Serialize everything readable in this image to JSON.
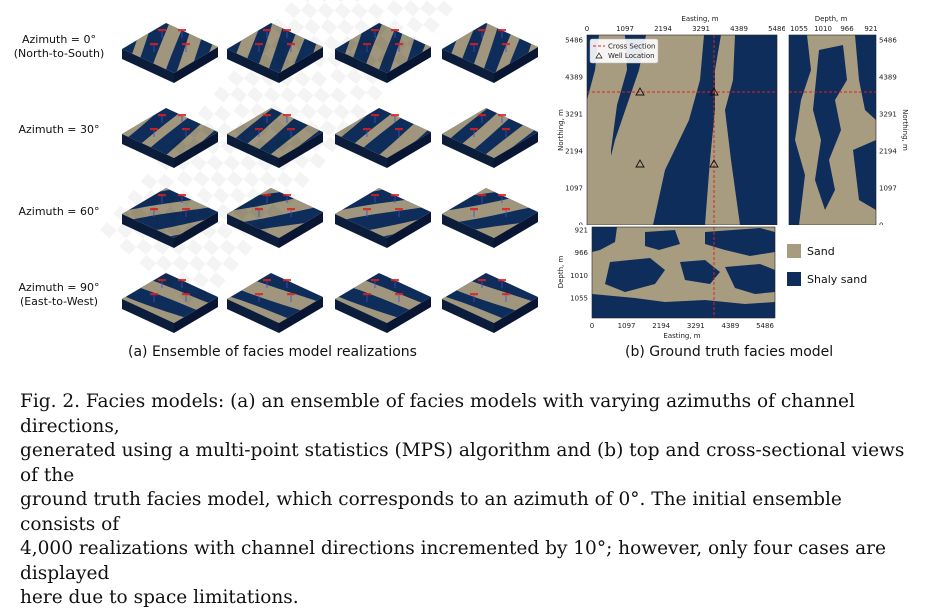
{
  "row_labels": [
    {
      "line1": "Azimuth = 0°",
      "line2": "(North-to-South)"
    },
    {
      "line1": "Azimuth = 30°",
      "line2": ""
    },
    {
      "line1": "Azimuth = 60°",
      "line2": ""
    },
    {
      "line1": "Azimuth = 90°",
      "line2": "(East-to-West)"
    }
  ],
  "subcaption_a": "(a) Ensemble of facies model realizations",
  "subcaption_b": "(b) Ground truth facies model",
  "top_view": {
    "xlabel": "Easting, m",
    "ylabel": "Northing, m",
    "xticks": [
      "0",
      "1097",
      "2194",
      "3291",
      "4389",
      "5486"
    ],
    "yticks": [
      "5486",
      "4389",
      "3291",
      "2194",
      "1097",
      "0"
    ],
    "legend": {
      "cross_section": "Cross Section",
      "well_location": "Well Location"
    }
  },
  "side_view": {
    "xlabel": "Depth, m",
    "ylabel": "Northing, m",
    "xticks": [
      "1055",
      "1010",
      "966",
      "921"
    ],
    "yticks": [
      "5486",
      "4389",
      "3291",
      "2194",
      "1097",
      "0"
    ]
  },
  "bottom_view": {
    "xlabel": "Easting, m",
    "ylabel": "Depth, m",
    "xticks": [
      "0",
      "1097",
      "2194",
      "3291",
      "4389",
      "5486"
    ],
    "yticks": [
      "921",
      "966",
      "1010",
      "1055"
    ]
  },
  "facies_legend": [
    {
      "label": "Sand",
      "color": "#a89c80"
    },
    {
      "label": "Shaly sand",
      "color": "#0f2d5a"
    }
  ],
  "caption_lines": [
    "Fig. 2. Facies models: (a) an ensemble of facies models with varying azimuths of channel directions,",
    "generated using a multi-point statistics (MPS) algorithm and (b) top and cross-sectional views of the",
    "ground truth facies model, which corresponds to an azimuth of 0°. The initial ensemble consists of",
    "4,000 realizations with channel directions incremented by 10°; however, only four cases are displayed",
    "here due to space limitations."
  ],
  "colors": {
    "sand": "#a89c80",
    "shale": "#0f2d5a",
    "cross_section": "#e0201c"
  }
}
